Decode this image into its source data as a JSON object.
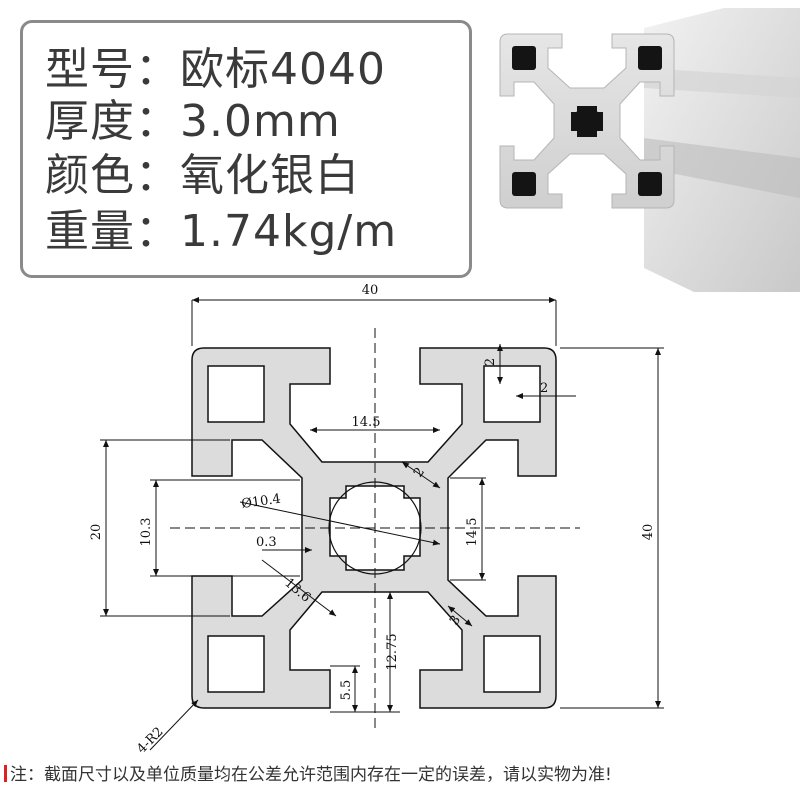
{
  "specs": {
    "model": "型号：欧标4040",
    "thickness": "厚度：3.0mm",
    "color": "颜色：氧化银白",
    "weight": "重量：1.74kg/m"
  },
  "drawing": {
    "dims": {
      "width_top": "40",
      "height_right": "40",
      "slot_width_left": "20",
      "inner_left": "10.3",
      "center_top": "14.5",
      "center_right": "14.5",
      "bore": "Ø10.4",
      "wall_small": "0.3",
      "diag_len": "13.6",
      "web_thickness": "3",
      "slant": "2",
      "corner_hole_top": "2",
      "corner_hole_right": "2",
      "bottom_inner": "12.75",
      "bottom_small": "5.5",
      "radius": "4-R2"
    }
  },
  "note": {
    "text": "注：截面尺寸以及单位质量均在公差允许范围内存在一定的误差，请以实物为准!"
  },
  "colors": {
    "profile_fill": "#dcdcdc",
    "box_border": "#8a8a8a",
    "note_marker": "#e02020"
  }
}
